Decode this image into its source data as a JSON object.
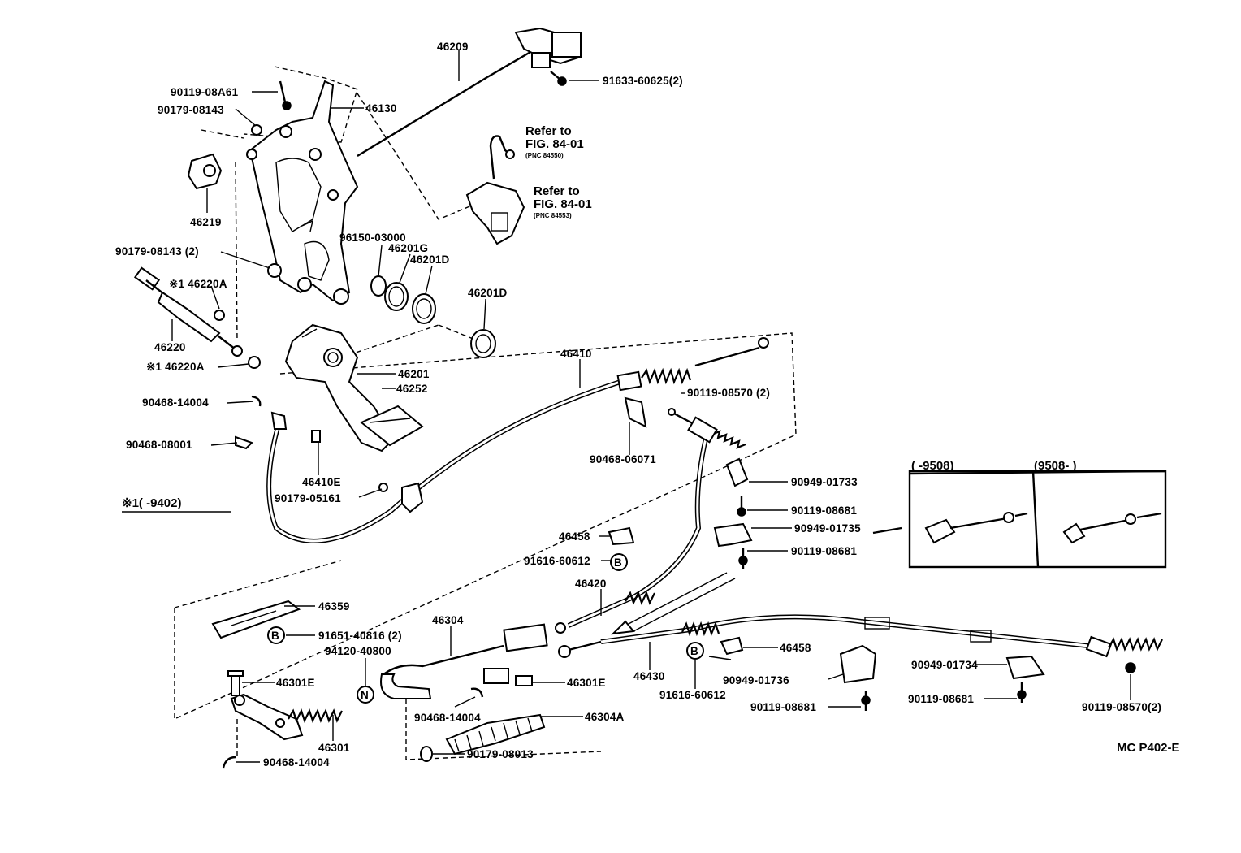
{
  "diagram": {
    "code": "MC P402-E",
    "labels": {
      "p46209": "46209",
      "p9163360625": "91633-60625(2)",
      "p9011908a61": "90119-08A61",
      "p9017908143": "90179-08143",
      "p46130": "46130",
      "p46219": "46219",
      "p9017908143_2": "90179-08143 (2)",
      "p46220a_top": "※1 46220A",
      "p46220": "46220",
      "p46220a_bot": "※1 46220A",
      "p9615003000": "96150-03000",
      "p46201g": "46201G",
      "p46201d_a": "46201D",
      "p46201d_b": "46201D",
      "p46201": "46201",
      "p46252": "46252",
      "p46410": "46410",
      "p9046814004_a": "90468-14004",
      "p9046808001": "90468-08001",
      "p46410e": "46410E",
      "p9017905161": "90179-05161",
      "note_9402": "※1(      -9402)",
      "p9011908570_2": "90119-08570 (2)",
      "p9046806071": "90468-06071",
      "p9094901733": "90949-01733",
      "p9011908681_a": "90119-08681",
      "p9094901735": "90949-01735",
      "p9011908681_b": "90119-08681",
      "p46458_a": "46458",
      "p9161660612_a": "91616-60612",
      "p46420": "46420",
      "p46359": "46359",
      "p9165140816": "91651-40816 (2)",
      "p46304": "46304",
      "p9412040800": "94120-40800",
      "p46301e_a": "46301E",
      "p46301e_b": "46301E",
      "p46430": "46430",
      "p46458_b": "46458",
      "p9094901736": "90949-01736",
      "p9161660612_b": "91616-60612",
      "p9094901734": "90949-01734",
      "p9011908681_c": "90119-08681",
      "p9011908681_d": "90119-08681",
      "p9011908570_3": "90119-08570(2)",
      "p9046814004_b": "90468-14004",
      "p46304a": "46304A",
      "p46301": "46301",
      "p9046814004_c": "90468-14004",
      "p9017908013": "90179-08013",
      "refer1_a": "Refer to",
      "refer1_b": "FIG. 84-01",
      "refer1_c": "(PNC 84550)",
      "refer2_a": "Refer to",
      "refer2_b": "FIG. 84-01",
      "refer2_c": "(PNC 84553)",
      "inset_left": "(      -9508)",
      "inset_right": "(9508-      )",
      "circle_b": "B",
      "circle_n": "N"
    }
  }
}
